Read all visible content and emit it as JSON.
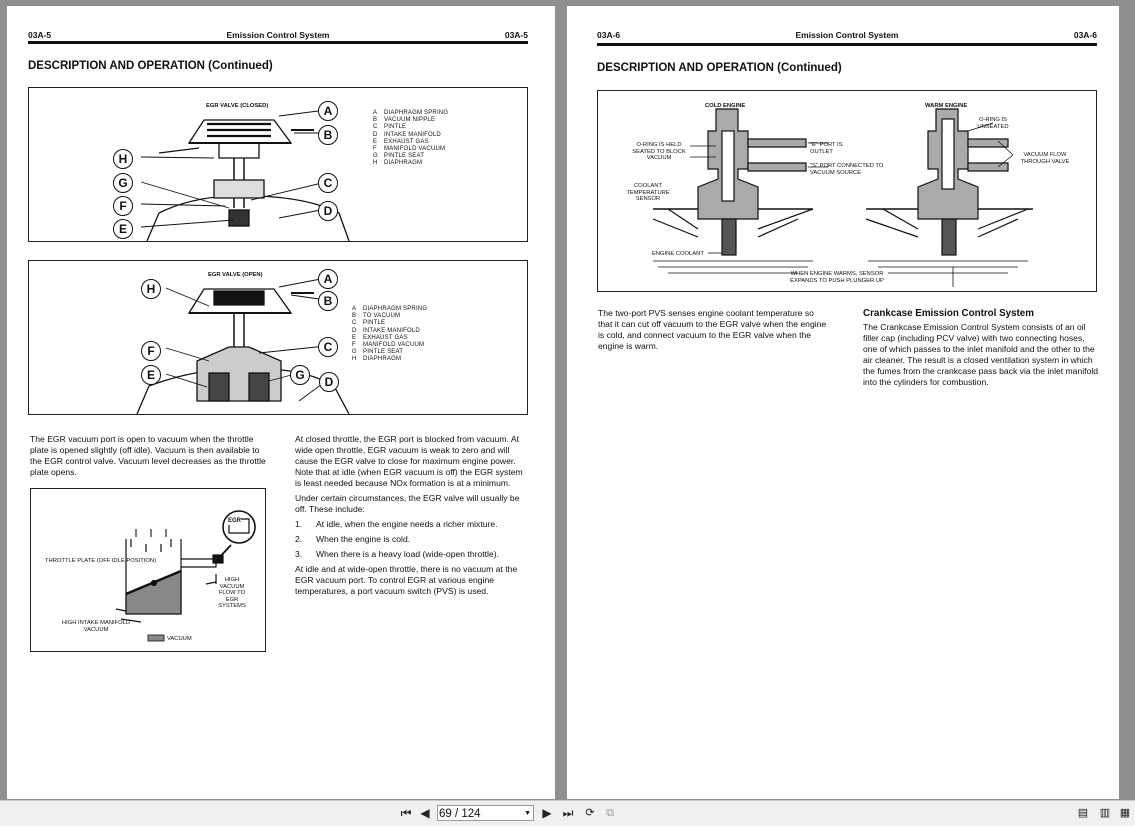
{
  "left_page": {
    "header": {
      "page_id": "03A-5",
      "title": "Emission Control System",
      "page_id_right": "03A-5"
    },
    "section_title": "DESCRIPTION AND OPERATION (Continued)",
    "figure1": {
      "caption": "EGR VALVE (CLOSED)",
      "callouts": [
        "A",
        "B",
        "C",
        "D",
        "E",
        "F",
        "G",
        "H"
      ],
      "legend": [
        {
          "k": "A",
          "v": "DIAPHRAGM SPRING"
        },
        {
          "k": "B",
          "v": "VACUUM NIPPLE"
        },
        {
          "k": "C",
          "v": "PINTLE"
        },
        {
          "k": "D",
          "v": "INTAKE MANIFOLD"
        },
        {
          "k": "E",
          "v": "EXHAUST GAS"
        },
        {
          "k": "F",
          "v": "MANIFOLD VACUUM"
        },
        {
          "k": "G",
          "v": "PINTLE SEAT"
        },
        {
          "k": "H",
          "v": "DIAPHRAGM"
        }
      ]
    },
    "figure2": {
      "caption": "EGR VALVE (OPEN)",
      "callouts": [
        "A",
        "B",
        "C",
        "D",
        "E",
        "F",
        "G",
        "H"
      ],
      "legend": [
        {
          "k": "A",
          "v": "DIAPHRAGM SPRING"
        },
        {
          "k": "B",
          "v": "TO VACUUM"
        },
        {
          "k": "C",
          "v": "PINTLE"
        },
        {
          "k": "D",
          "v": "INTAKE MANIFOLD"
        },
        {
          "k": "E",
          "v": "EXHAUST GAS"
        },
        {
          "k": "F",
          "v": "MANIFOLD VACUUM"
        },
        {
          "k": "G",
          "v": "PINTLE SEAT"
        },
        {
          "k": "H",
          "v": "DIAPHRAGM"
        }
      ]
    },
    "text_left": "The EGR vacuum port is open to vacuum when the throttle plate is opened slightly (off idle). Vacuum is then available to the EGR control valve. Vacuum level decreases as the throttle plate opens.",
    "figure3": {
      "label_throttle": "THROTTLE PLATE (OFF IDLE POSITION)",
      "label_high_vac": "HIGH VACUUM FLOW TO EGR SYSTEMS",
      "label_intake": "HIGH INTAKE MANIFOLD VACUUM",
      "legend_vacuum": "VACUUM",
      "egr_tag": "EGR"
    },
    "text_right": {
      "p1": "At closed throttle, the EGR port is blocked from vacuum. At wide open throttle, EGR vacuum is weak to zero and will cause the EGR valve to close for maximum engine power. Note that at idle (when EGR vacuum is off) the EGR system is least needed because NOx formation is at a minimum.",
      "p2": "Under certain circumstances, the EGR valve will usually be off. These include:",
      "list": [
        {
          "n": "1.",
          "t": "At idle, when the engine needs a richer mixture."
        },
        {
          "n": "2.",
          "t": "When the engine is cold."
        },
        {
          "n": "3.",
          "t": "When there is a heavy load (wide-open throttle)."
        }
      ],
      "p3": "At idle and at wide-open throttle, there is no vacuum at the EGR vacuum port. To control EGR at various engine temperatures, a port vacuum switch (PVS) is used."
    }
  },
  "right_page": {
    "header": {
      "page_id": "03A-6",
      "title": "Emission Control System",
      "page_id_right": "03A-6"
    },
    "section_title": "DESCRIPTION AND OPERATION (Continued)",
    "figure": {
      "cold_label": "COLD ENGINE",
      "warm_label": "WARM ENGINE",
      "oring_held": "O-RING IS HELD SEATED TO BLOCK VACUUM",
      "e_port": "\"E\" PORT IS OUTLET",
      "s_port": "\"S\" PORT CONNECTED TO VACUUM SOURCE",
      "coolant_sensor": "COOLANT TEMPERATURE SENSOR",
      "engine_coolant": "ENGINE COOLANT",
      "oring_unseated": "O-RING IS UNSEATED",
      "vacuum_flow": "VACUUM FLOW THROUGH VALVE",
      "engine_warms": "WHEN ENGINE WARMS, SENSOR EXPANDS TO PUSH PLUNGER UP"
    },
    "text_left": "The two-port PVS senses engine coolant temperature so that it can cut off vacuum to the EGR valve when the engine is cold, and connect vacuum to the EGR valve when the engine is warm.",
    "crankcase_title": "Crankcase Emission Control System",
    "crankcase_text": "The Crankcase Emission Control System consists of an oil filler cap (including PCV valve) with two connecting hoses, one of which passes to the inlet manifold and the other to the air cleaner. The result is a closed ventilation system in which the fumes from the crankcase pass back via the inlet manifold into the cylinders for combustion."
  },
  "toolbar": {
    "first_icon": "first-page-icon",
    "prev_icon": "prev-page-icon",
    "page_value": "69 / 124",
    "next_icon": "next-page-icon",
    "last_icon": "last-page-icon"
  }
}
